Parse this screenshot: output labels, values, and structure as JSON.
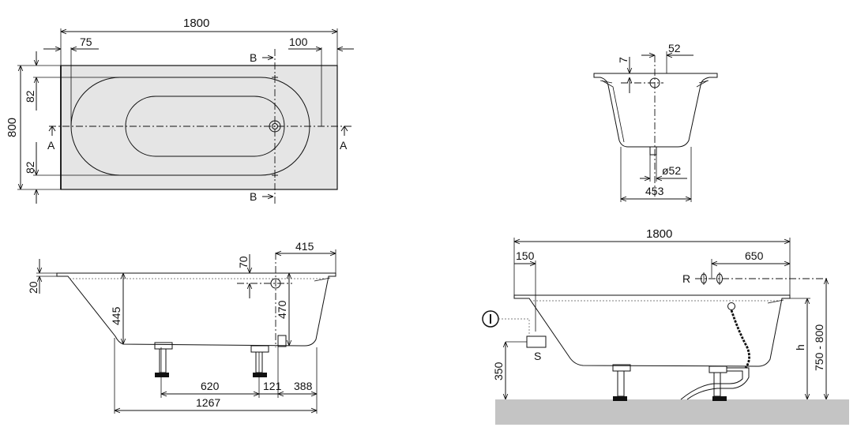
{
  "colors": {
    "line": "#111111",
    "tub_fill": "#e5e5e5",
    "floor": "#c4c4c4",
    "background": "#ffffff"
  },
  "top_view": {
    "total_length": "1800",
    "left_offset": "75",
    "right_offset": "100",
    "width": "800",
    "inner_top": "82",
    "inner_bottom": "82",
    "section_a": "A",
    "section_b": "B"
  },
  "cross_section": {
    "rim_height": "7",
    "drain_offset": "52",
    "drain_diameter": "ø52",
    "bottom_width": "453"
  },
  "side_view": {
    "rim": "20",
    "overflow_offset": "70",
    "right_distance": "415",
    "depth": "445",
    "overflow_height": "470",
    "foot_distance": "620",
    "gap": "121",
    "right_foot": "388",
    "length": "1267"
  },
  "install_view": {
    "total_length": "1800",
    "left_offset": "150",
    "right_offset": "650",
    "label_r": "R",
    "label_s": "S",
    "floor_height": "350",
    "height_h": "h",
    "height_range": "750 - 800"
  }
}
